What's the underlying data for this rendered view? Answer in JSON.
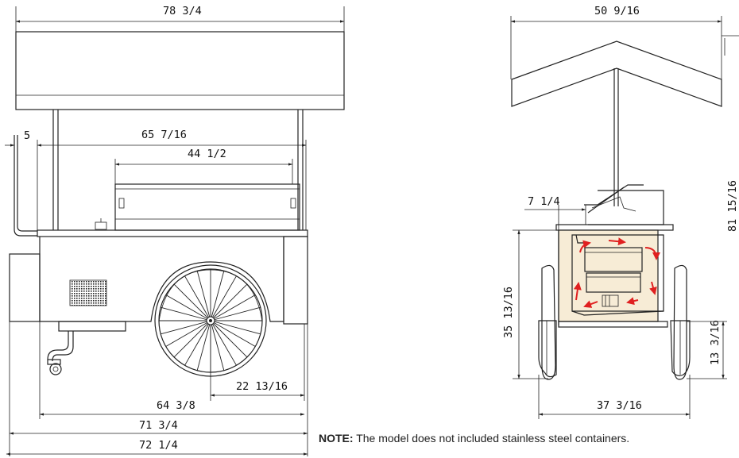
{
  "dimensions": {
    "top_width": "78 3/4",
    "pole_span": "65 7/16",
    "counter_width": "44 1/2",
    "handle_offset": "5",
    "wheel_offset": "22 13/16",
    "base_width": "64 3/8",
    "overall_width_a": "71 3/4",
    "overall_width_b": "72 1/4",
    "side_roof_width": "50 9/16",
    "side_lid_offset": "7 1/4",
    "side_total_height": "81 15/16",
    "side_body_height": "35 13/16",
    "side_wheel_height": "13 3/16",
    "side_base_width": "37 3/16"
  },
  "note": {
    "label": "NOTE:",
    "text": "The model does not included stainless steel containers."
  },
  "colors": {
    "line": "#222222",
    "body_fill": "#f7ecd6",
    "flow_arrow": "#e02020"
  }
}
